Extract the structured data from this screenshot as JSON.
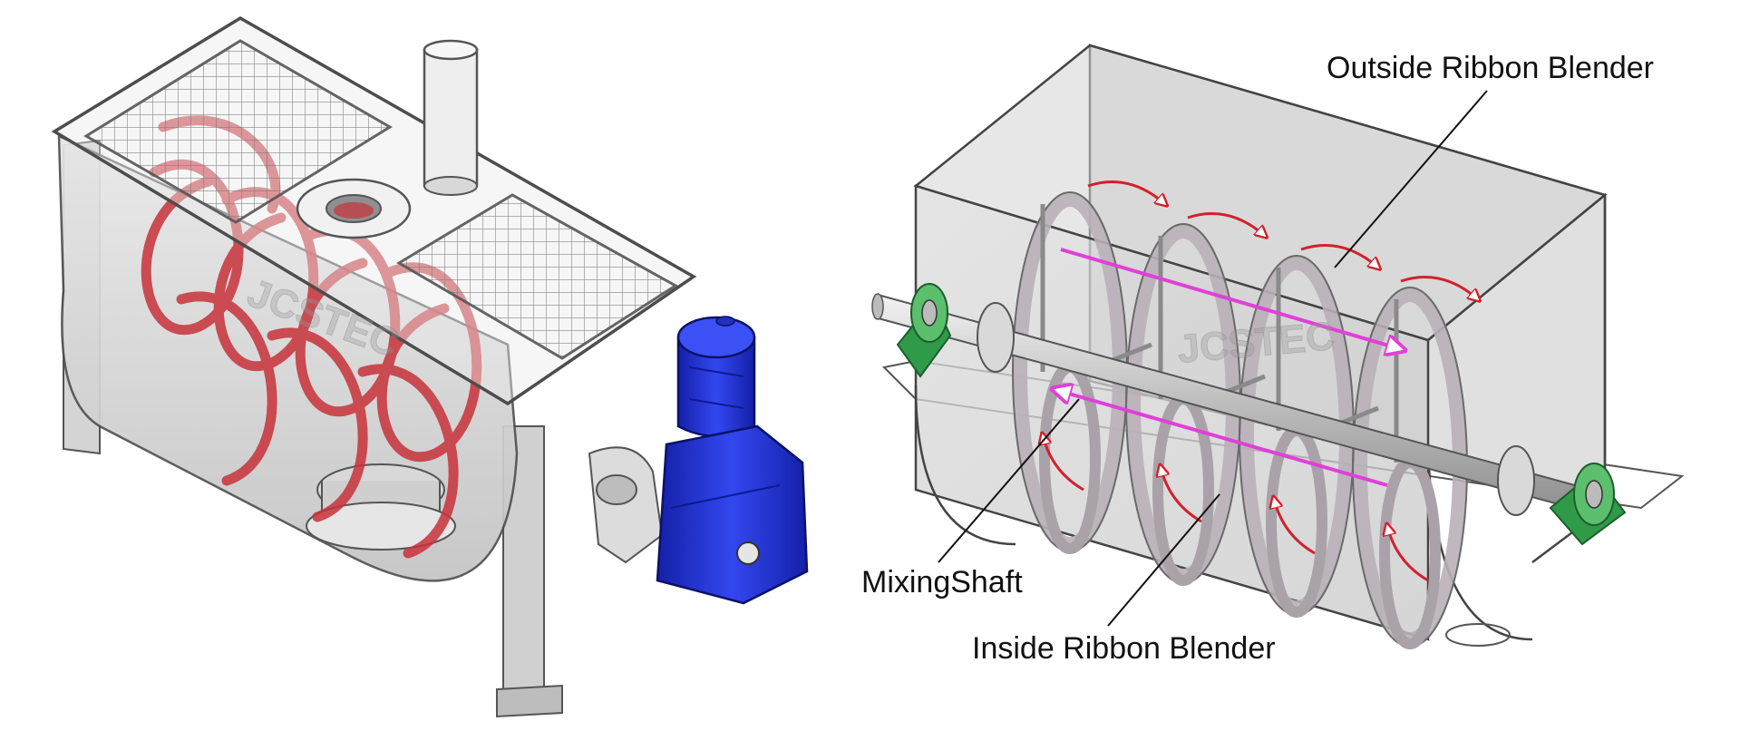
{
  "callouts": {
    "outside_ribbon": "Outside Ribbon Blender",
    "mixing_shaft": "MixingShaft",
    "inside_ribbon": "Inside Ribbon Blender"
  },
  "watermark": "JCSTEC",
  "colors": {
    "ribbon_red": "#c8323a",
    "motor_blue": "#1f2fd0",
    "bearing_green": "#2f9a48",
    "flow_arrow_red": "#d2212b",
    "axial_arrow_magenta": "#e040d8",
    "shell_gray": "#cfcfcf"
  }
}
